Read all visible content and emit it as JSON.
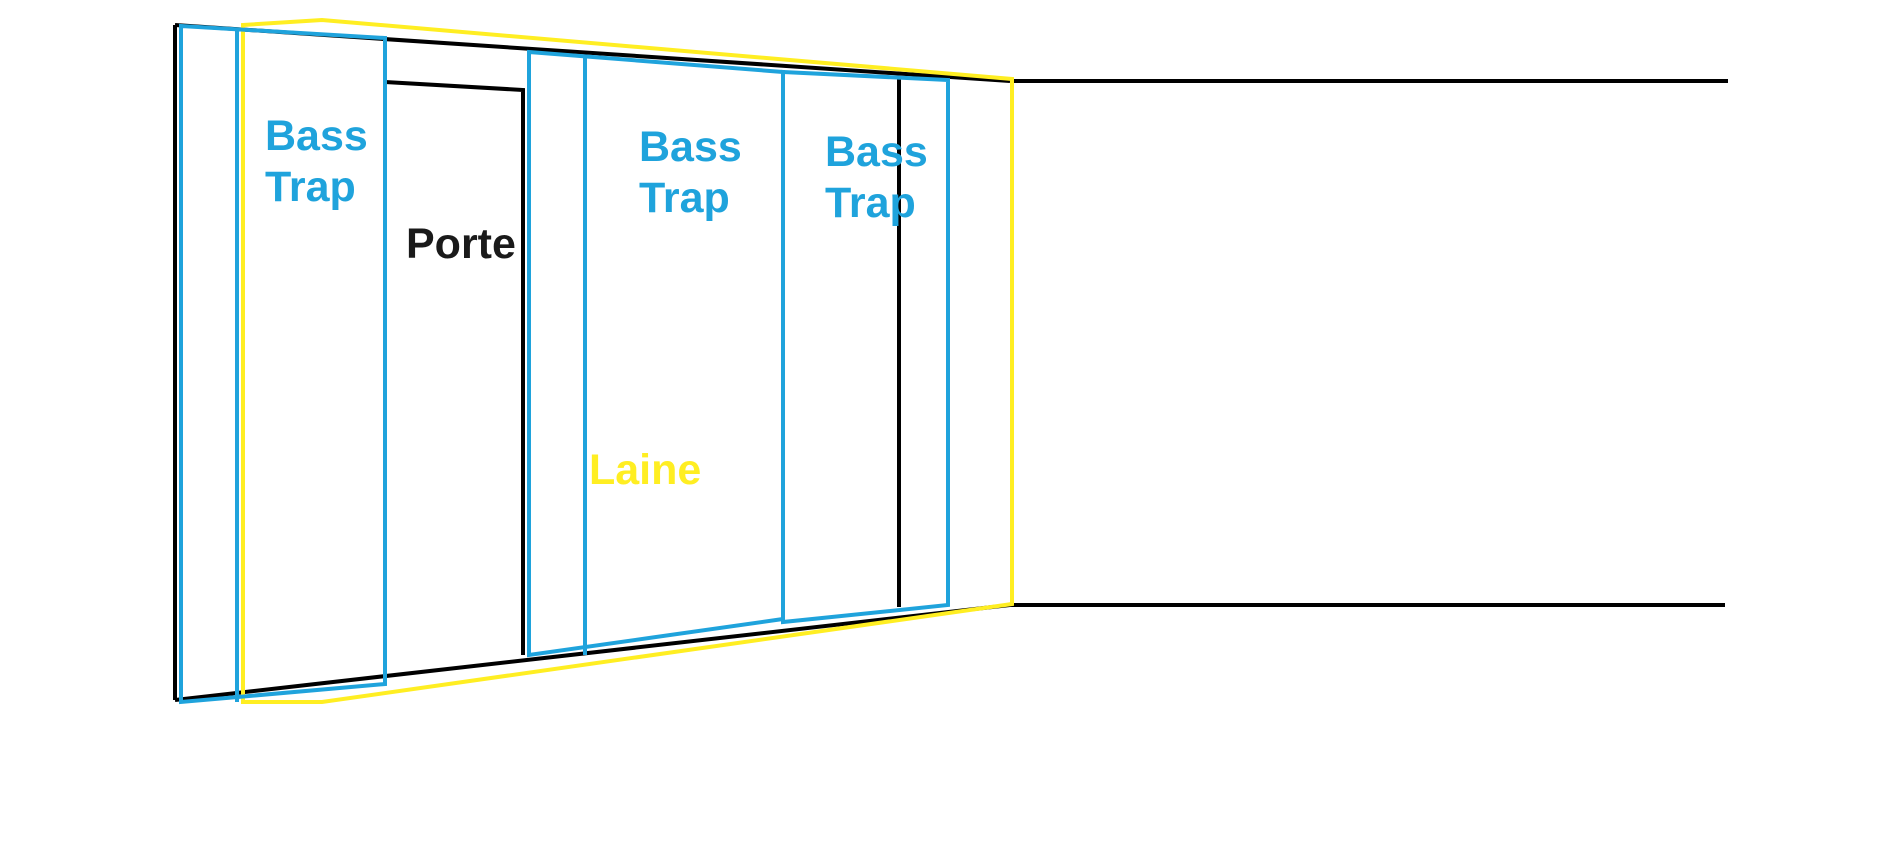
{
  "labels": {
    "bass_trap_1": [
      "Bass",
      "Trap"
    ],
    "bass_trap_2": [
      "Bass",
      "Trap"
    ],
    "bass_trap_3": [
      "Bass",
      "Trap"
    ],
    "door": "Porte",
    "wool": "Laine"
  },
  "colors": {
    "outline": "#000000",
    "bass_trap": "#1fa3dc",
    "wool": "#ffee22",
    "background": "#ffffff"
  }
}
